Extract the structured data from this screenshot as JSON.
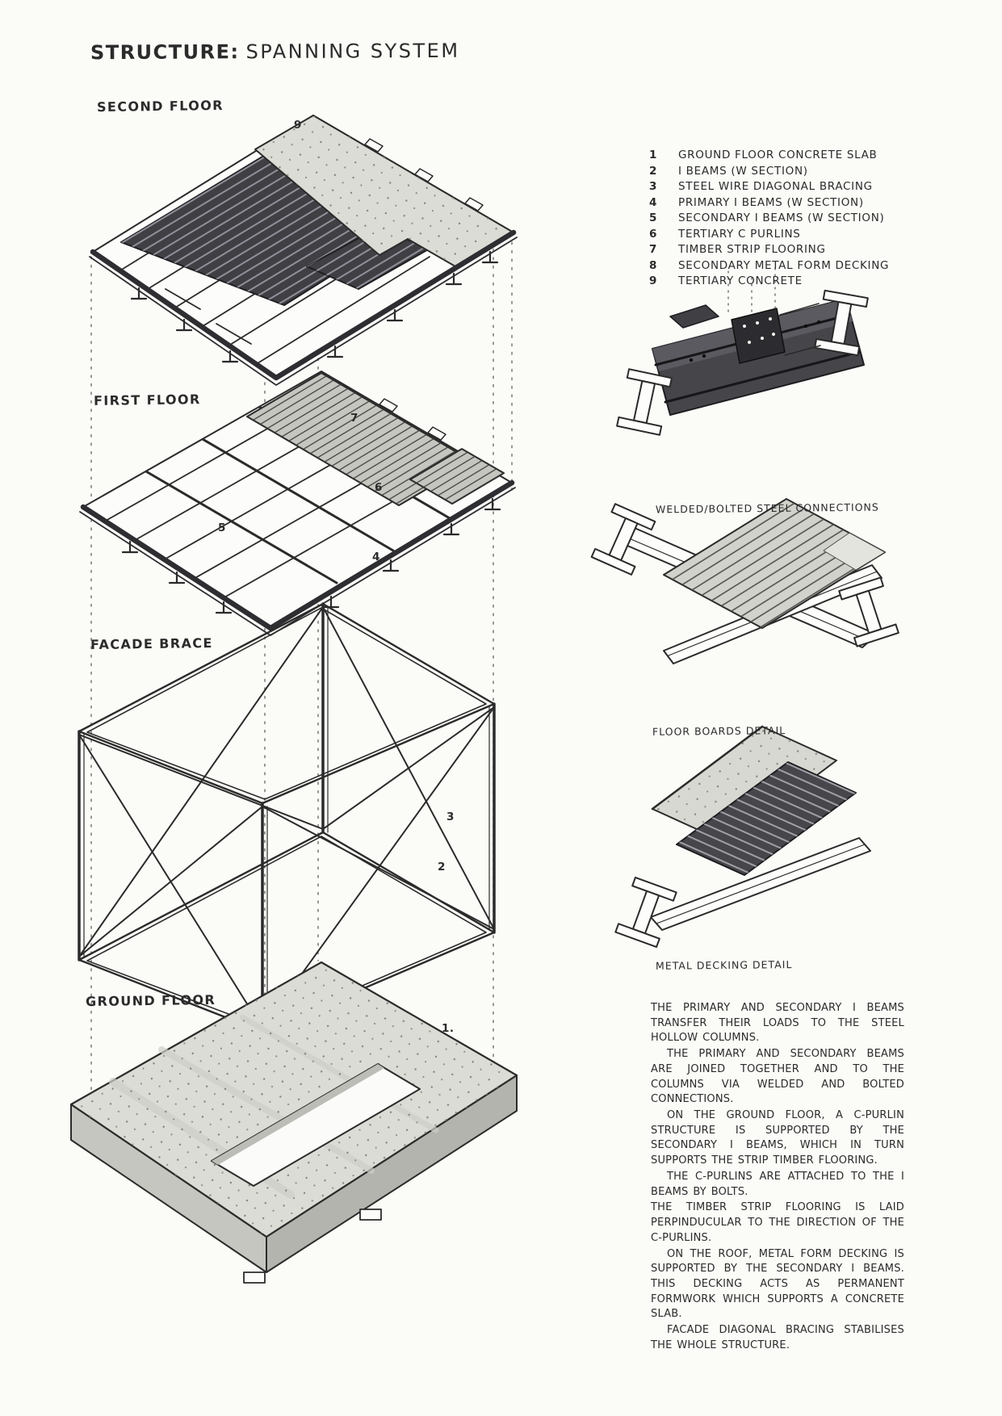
{
  "appearance": {
    "paper": "#fbfbf8",
    "ink": "#2b2b2b",
    "concrete": "#dadad4",
    "steel_dark": "#46464a",
    "timber": "#c6c6c0"
  },
  "title": {
    "prefix": "STRUCTURE:",
    "rest": "SPANNING SYSTEM"
  },
  "floors": [
    {
      "label": "SECOND FLOOR",
      "callouts": [
        {
          "n": "9"
        }
      ]
    },
    {
      "label": "FIRST FLOOR",
      "callouts": [
        {
          "n": "7"
        },
        {
          "n": "6"
        },
        {
          "n": "5"
        },
        {
          "n": "4"
        }
      ]
    },
    {
      "label": "FACADE BRACE",
      "callouts": [
        {
          "n": "3"
        },
        {
          "n": "2"
        }
      ]
    },
    {
      "label": "GROUND FLOOR",
      "callouts": [
        {
          "n": "1."
        }
      ]
    }
  ],
  "legend": {
    "items": [
      {
        "num": "1",
        "label": "GROUND FLOOR CONCRETE SLAB"
      },
      {
        "num": "2",
        "label": "I BEAMS (W SECTION)"
      },
      {
        "num": "3",
        "label": "STEEL WIRE DIAGONAL BRACING"
      },
      {
        "num": "4",
        "label": "PRIMARY I BEAMS (W SECTION)"
      },
      {
        "num": "5",
        "label": "SECONDARY I BEAMS (W SECTION)"
      },
      {
        "num": "6",
        "label": "TERTIARY C PURLINS"
      },
      {
        "num": "7",
        "label": "TIMBER STRIP FLOORING"
      },
      {
        "num": "8",
        "label": "SECONDARY METAL FORM DECKING"
      },
      {
        "num": "9",
        "label": "TERTIARY CONCRETE"
      }
    ]
  },
  "details": [
    {
      "caption": "WELDED/BOLTED STEEL CONNECTIONS"
    },
    {
      "caption": "FLOOR BOARDS DETAIL"
    },
    {
      "caption": "METAL DECKING DETAIL"
    }
  ],
  "notes": {
    "paragraphs": [
      "THE PRIMARY AND SECONDARY I BEAMS TRANSFER THEIR LOADS TO THE STEEL HOLLOW COLUMNS.",
      "THE PRIMARY AND SECONDARY BEAMS ARE JOINED TOGETHER AND TO THE COLUMNS VIA WELDED AND BOLTED CONNECTIONS.",
      "ON THE GROUND FLOOR, A C-PURLIN STRUCTURE IS SUPPORTED BY THE SECONDARY I BEAMS, WHICH IN TURN SUPPORTS THE STRIP TIMBER FLOORING.",
      "THE C-PURLINS ARE ATTACHED TO THE I BEAMS BY BOLTS.",
      "THE TIMBER STRIP FLOORING IS LAID PERPINDUCULAR TO THE DIRECTION OF THE C-PURLINS.",
      "ON THE ROOF, METAL FORM DECKING IS SUPPORTED BY THE SECONDARY I BEAMS. THIS DECKING ACTS AS PERMANENT FORMWORK WHICH SUPPORTS A CONCRETE SLAB.",
      "FACADE DIAGONAL BRACING STABILISES THE WHOLE STRUCTURE."
    ]
  }
}
